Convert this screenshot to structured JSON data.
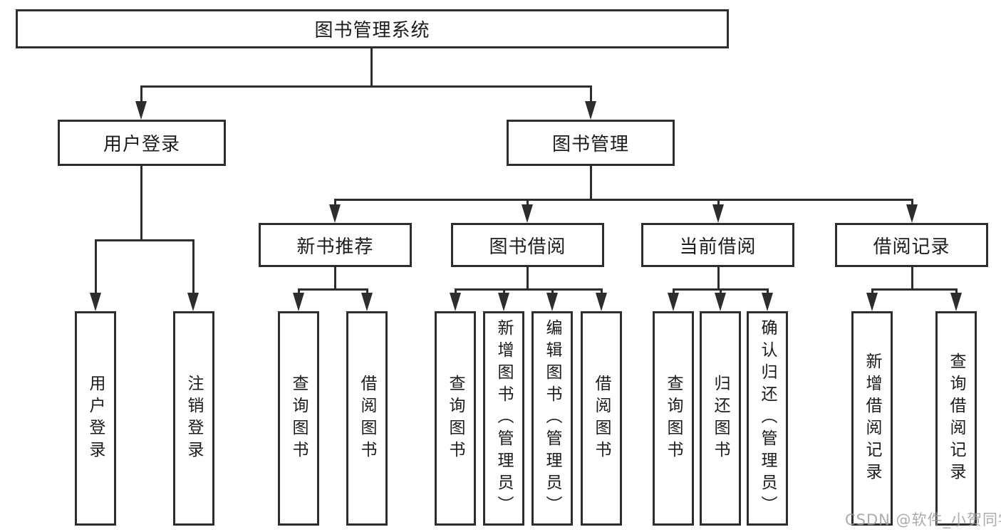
{
  "diagram": {
    "title": "图书管理系统",
    "level2": [
      "用户登录",
      "图书管理"
    ],
    "level3": [
      "新书推荐",
      "图书借阅",
      "当前借阅",
      "借阅记录"
    ],
    "leaves_user_login": [
      "用户登录",
      "注销登录"
    ],
    "leaves_new_book": [
      "查询图书",
      "借阅图书"
    ],
    "leaves_book_borrow": [
      "查询图书",
      "新增图书（管理员）",
      "编辑图书（管理员）",
      "借阅图书"
    ],
    "leaves_current_borrow": [
      "查询图书",
      "归还图书",
      "确认归还（管理员）"
    ],
    "leaves_borrow_record": [
      "新增借阅记录",
      "查询借阅记录"
    ]
  },
  "watermark": "CSDN @软件_小贺同学",
  "colors": {
    "line": "#2d2d2d",
    "text": "#1c1c1c",
    "background": "#ffffff",
    "watermark": "#9e9e9e"
  }
}
